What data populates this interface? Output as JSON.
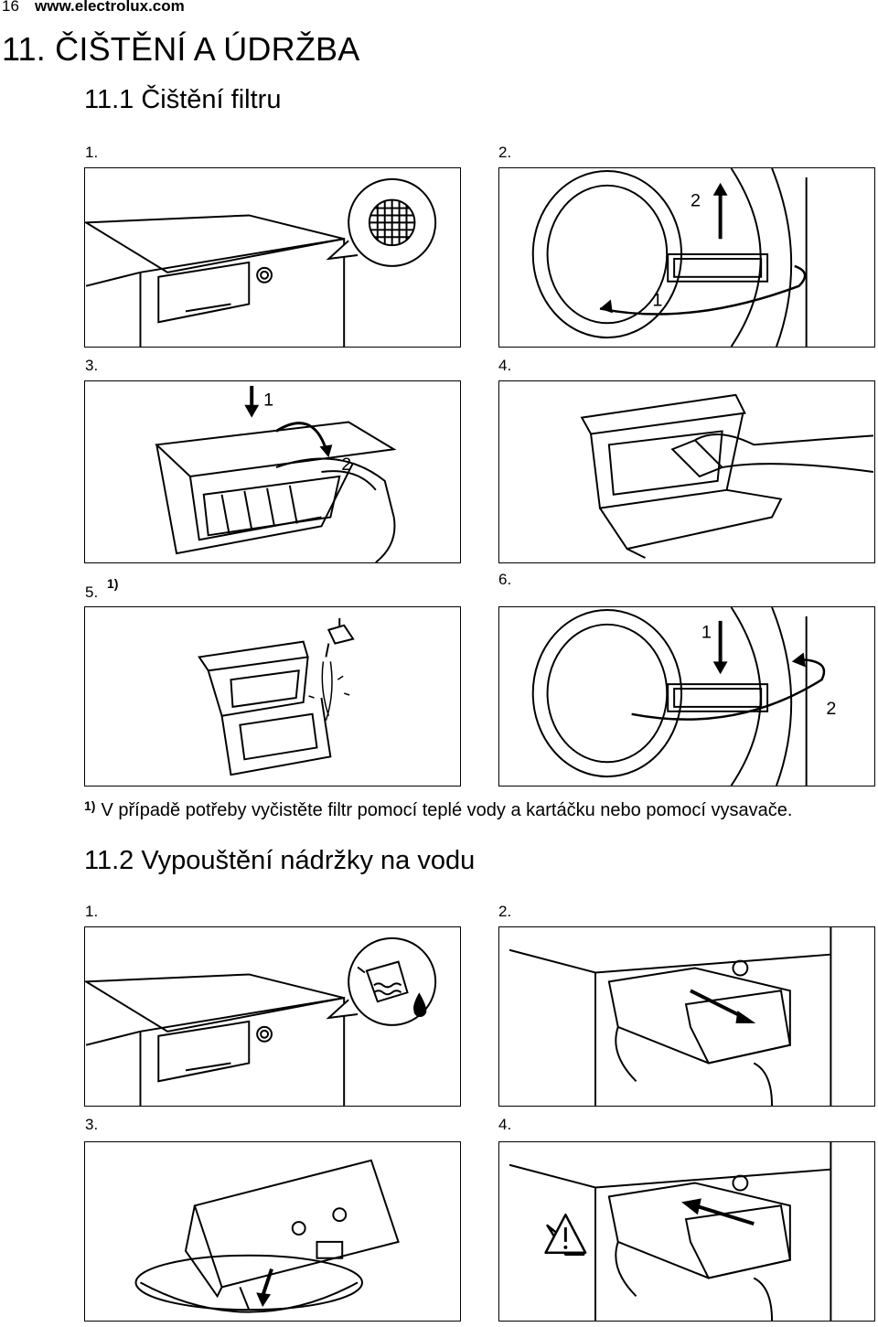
{
  "header": {
    "page_number": "16",
    "url": "www.electrolux.com"
  },
  "section": {
    "title": "11. ČIŠTĚNÍ A ÚDRŽBA",
    "sub1": "11.1 Čištění filtru",
    "sub2": "11.2 Vypouštění nádržky na vodu"
  },
  "filter_steps": {
    "s1": "1.",
    "s2": "2.",
    "s3": "3.",
    "s4": "4.",
    "s5": "5.",
    "s5_note": "1)",
    "s6": "6.",
    "callout_1": "1",
    "callout_2": "2"
  },
  "footnote": {
    "mark": "1)",
    "text": "V případě potřeby vyčistěte filtr pomocí teplé vody a kartáčku nebo pomocí vysavače."
  },
  "water_steps": {
    "s1": "1.",
    "s2": "2.",
    "s3": "3.",
    "s4": "4."
  }
}
